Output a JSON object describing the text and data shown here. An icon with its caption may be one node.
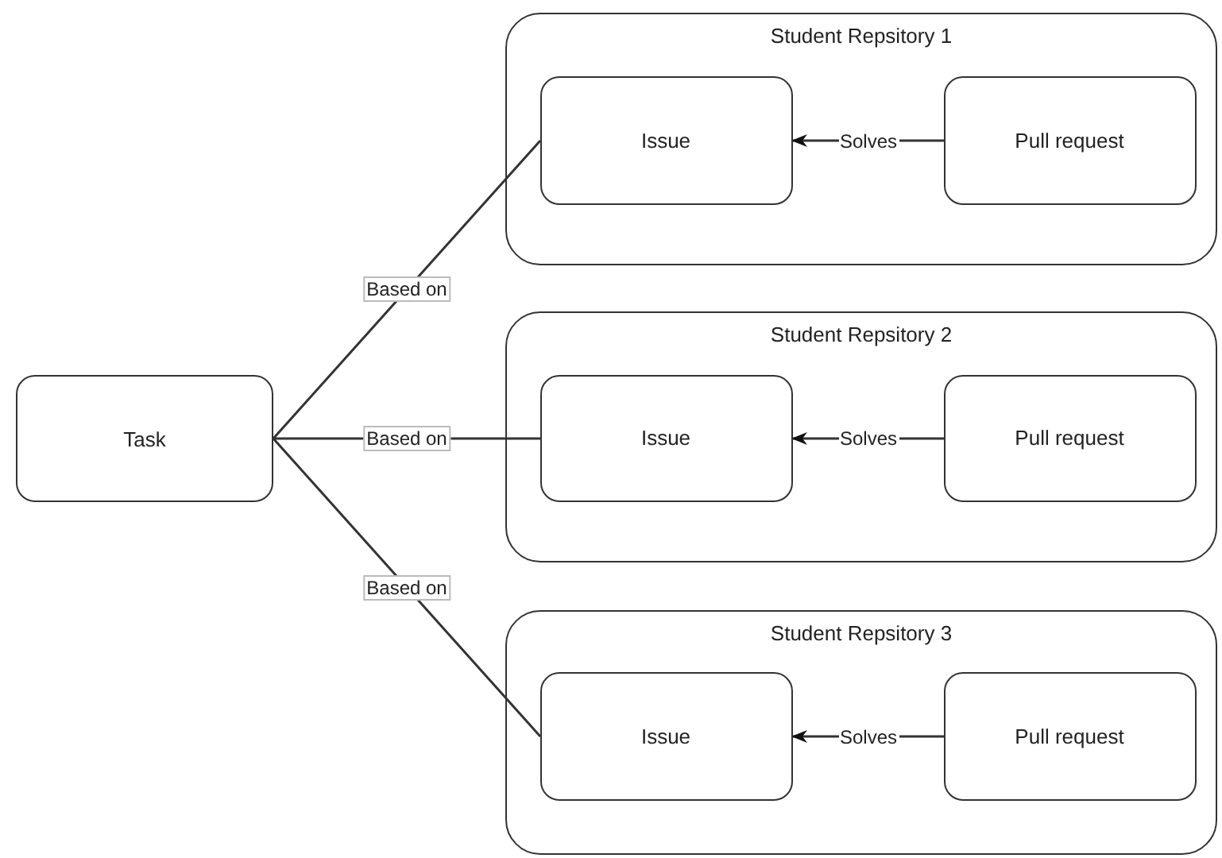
{
  "diagram": {
    "nodes": [
      {
        "text": [
          "Task"
        ]
      },
      {
        "text": [
          "Student Repsitory 1"
        ]
      },
      {
        "text": [
          "Issue"
        ],
        "in": 1
      },
      {
        "text": [
          "Pull request"
        ],
        "in": 1
      },
      {
        "text": [
          "Student Repsitory 2"
        ]
      },
      {
        "text": [
          "Issue"
        ],
        "in": 4
      },
      {
        "text": [
          "Pull request"
        ],
        "in": 4
      },
      {
        "text": [
          "Student Repsitory 3"
        ]
      },
      {
        "text": [
          "Issue"
        ],
        "in": 7
      },
      {
        "text": [
          "Pull request"
        ],
        "in": 7
      }
    ],
    "edges": [
      {
        "from": 0,
        "to": 2,
        "label": "Based on",
        "arrow": "none"
      },
      {
        "from": 0,
        "to": 5,
        "label": "Based on",
        "arrow": "none"
      },
      {
        "from": 0,
        "to": 8,
        "label": "Based on",
        "arrow": "none"
      },
      {
        "from": 3,
        "to": 2,
        "label": "Solves",
        "arrow": "to"
      },
      {
        "from": 6,
        "to": 5,
        "label": "Solves",
        "arrow": "to"
      },
      {
        "from": 9,
        "to": 8,
        "label": "Solves",
        "arrow": "to"
      }
    ]
  }
}
